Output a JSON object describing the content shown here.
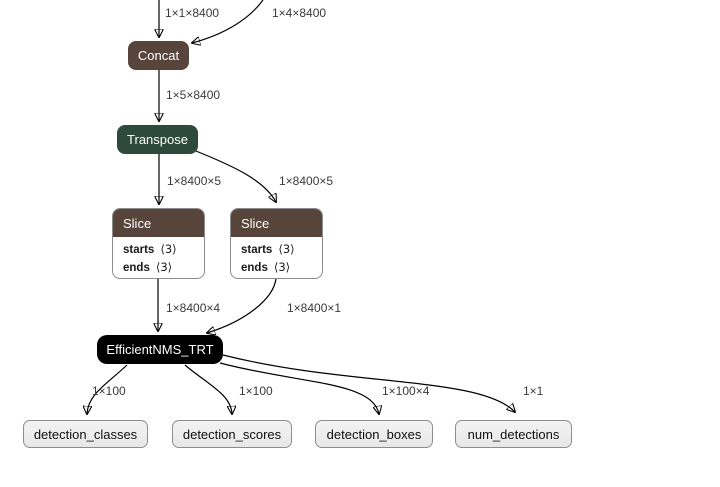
{
  "colors": {
    "canvas_background": "#ffffff",
    "shape_op_color": "#57453b",
    "transform_op_color": "#2d4a3a",
    "custom_op_color": "#000000",
    "output_node_fill": "#ececec",
    "output_node_border": "#8c8c8c",
    "edge_color": "#000000",
    "edge_label_color": "#3a3a3a",
    "node_text_color": "#ffffff"
  },
  "nodes": {
    "concat": {
      "label": "Concat"
    },
    "transpose": {
      "label": "Transpose"
    },
    "slice1": {
      "label": "Slice",
      "attrs": [
        {
          "name": "starts",
          "value": "⟨3⟩"
        },
        {
          "name": "ends",
          "value": "⟨3⟩"
        }
      ]
    },
    "slice2": {
      "label": "Slice",
      "attrs": [
        {
          "name": "starts",
          "value": "⟨3⟩"
        },
        {
          "name": "ends",
          "value": "⟨3⟩"
        }
      ]
    },
    "nms": {
      "label": "EfficientNMS_TRT"
    }
  },
  "outputs": [
    {
      "label": "detection_classes"
    },
    {
      "label": "detection_scores"
    },
    {
      "label": "detection_boxes"
    },
    {
      "label": "num_detections"
    }
  ],
  "edge_labels": {
    "into_concat_left": "1×1×8400",
    "into_concat_right": "1×4×8400",
    "concat_to_transpose": "1×5×8400",
    "transpose_to_slice1": "1×8400×5",
    "transpose_to_slice2": "1×8400×5",
    "slice1_to_nms": "1×8400×4",
    "slice2_to_nms": "1×8400×1",
    "nms_to_detection_classes": "1×100",
    "nms_to_detection_scores": "1×100",
    "nms_to_detection_boxes": "1×100×4",
    "nms_to_num_detections": "1×1"
  }
}
